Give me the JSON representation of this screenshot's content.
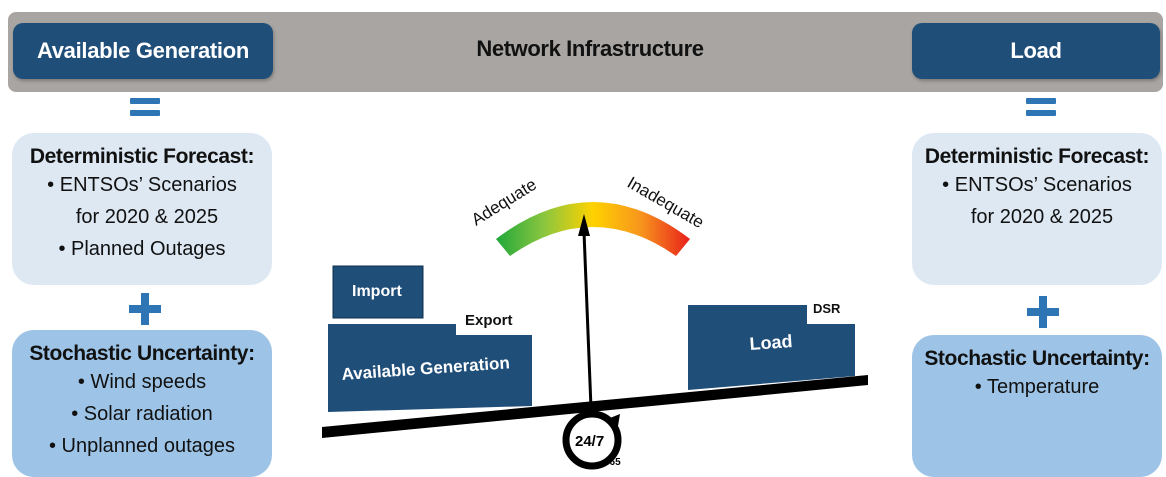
{
  "header": {
    "left_label": "Available Generation",
    "center_label": "Network Infrastructure",
    "right_label": "Load"
  },
  "left": {
    "deterministic": {
      "title": "Deterministic Forecast:",
      "lines": [
        "• ENTSOs’ Scenarios",
        "for 2020 & 2025",
        "• Planned Outages"
      ]
    },
    "stochastic": {
      "title": "Stochastic Uncertainty:",
      "lines": [
        "• Wind speeds",
        "• Solar radiation",
        "• Unplanned outages"
      ]
    }
  },
  "right": {
    "deterministic": {
      "title": "Deterministic Forecast:",
      "lines": [
        "• ENTSOs’ Scenarios",
        "for 2020 & 2025"
      ]
    },
    "stochastic": {
      "title": "Stochastic Uncertainty:",
      "lines": [
        "• Temperature"
      ]
    }
  },
  "balance": {
    "import_label": "Import",
    "export_label": "Export",
    "generation_label": "Available Generation",
    "load_label": "Load",
    "dsr_label": "DSR",
    "gauge_adequate": "Adequate",
    "gauge_inadequate": "Inadequate",
    "clock_main": "24/7",
    "clock_sub": "365"
  },
  "colors": {
    "primary_navy": "#1f4e79",
    "accent_blue": "#2e75b6",
    "light_box": "#dde8f3",
    "mid_box": "#9dc3e6",
    "header_gray": "#a8a5a3"
  }
}
